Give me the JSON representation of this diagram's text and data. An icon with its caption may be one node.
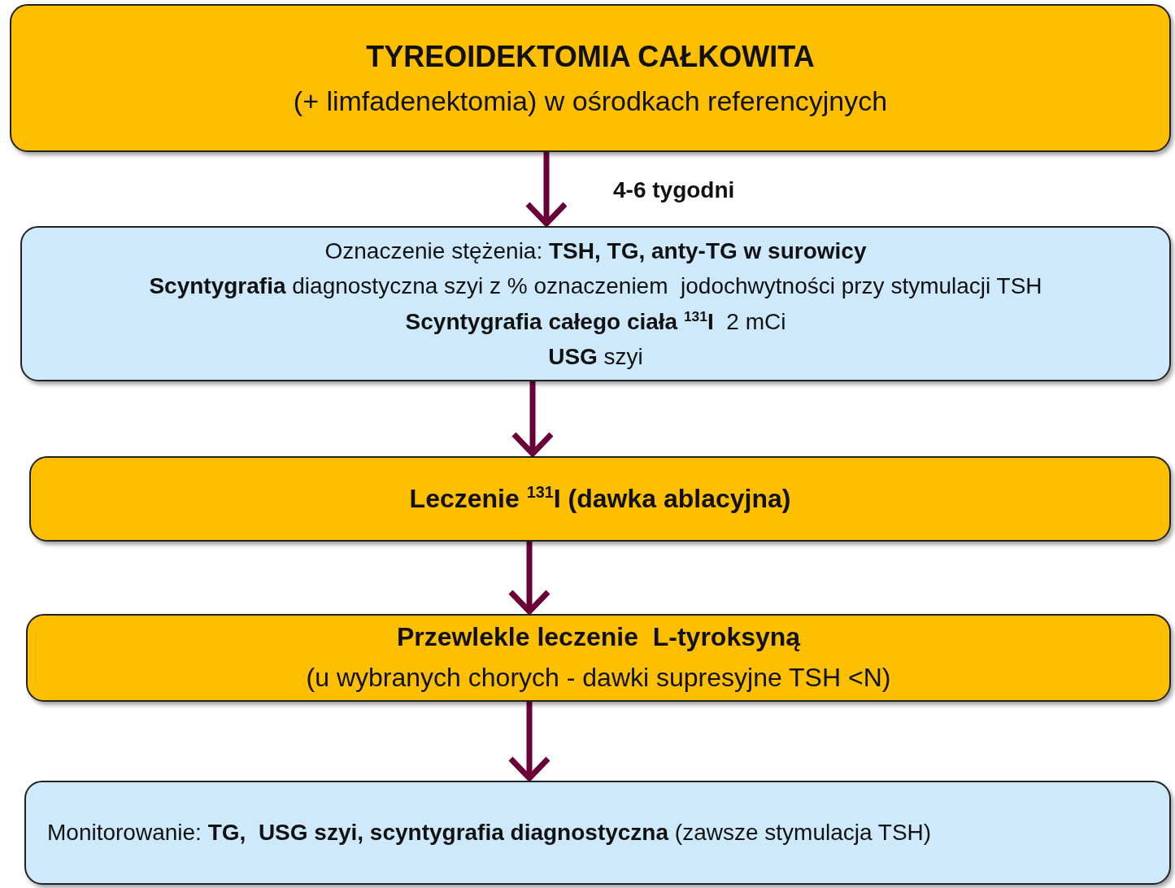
{
  "diagram": {
    "nodes": [
      {
        "text": [
          "TYREOIDEKTOMIA CAŁKOWITA",
          "(+ limfadenektomia) w ośrodkach referencyjnych"
        ]
      },
      {
        "text": [
          "Oznaczenie stężenia: **TSH, TG, anty-TG w surowicy**",
          "**Scyntygrafia** diagnostyczna szyi z % oznaczeniem  jodochwytności przy stymulacji TSH",
          "**Scyntygrafia całego ciała** $^{131}$**I**  2 mCi",
          "**USG** szyi"
        ]
      },
      {
        "text": [
          "Leczenie $^{131}$I (dawka ablacyjna)"
        ]
      },
      {
        "text": [
          "Przewlekle leczenie  L-tyroksyną",
          "(u wybranych chorych - dawki supresyjne TSH <N)"
        ]
      },
      {
        "text": [
          "Monitorowanie: **TG,  USG szyi, scyntygrafia diagnostyczna** (zawsze stymulacja TSH)"
        ]
      }
    ],
    "edges": [
      {
        "from": 0,
        "to": 1,
        "arrow": "to",
        "label": "4-6 tygodni"
      },
      {
        "from": 1,
        "to": 2,
        "arrow": "to"
      },
      {
        "from": 2,
        "to": 3,
        "arrow": "to"
      },
      {
        "from": 3,
        "to": 4,
        "arrow": "to"
      }
    ]
  }
}
